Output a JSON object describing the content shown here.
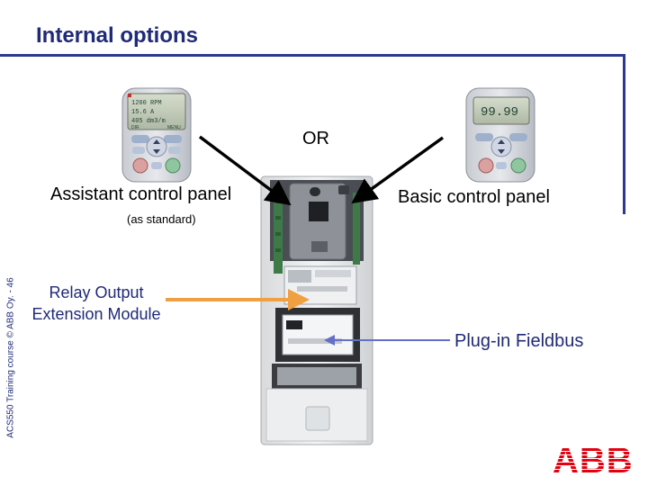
{
  "slide": {
    "title": "Internal options",
    "footer_vertical": "ACS550 Training course © ABB Oy. - 46"
  },
  "labels": {
    "or": "OR",
    "assistant_panel": "Assistant control panel",
    "as_standard": "(as standard)",
    "basic_panel": "Basic control panel",
    "relay_module_line1": "Relay Output",
    "relay_module_line2": "Extension Module",
    "plug_in_fieldbus": "Plug-in Fieldbus"
  },
  "logo": {
    "text": "ABB",
    "color": "#e3000f"
  },
  "colors": {
    "title": "#1f2a78",
    "frame": "#2b3a8f",
    "relay_arrow": "#f0a040",
    "fieldbus_arrow": "#6470c8"
  },
  "assistant_display": {
    "line1": "1200 RPM",
    "line2": "15.6 A",
    "line3": "405 dm3/m",
    "left_key": "DIR",
    "right_key": "MENU"
  },
  "basic_display": {
    "line1": "99.99"
  }
}
